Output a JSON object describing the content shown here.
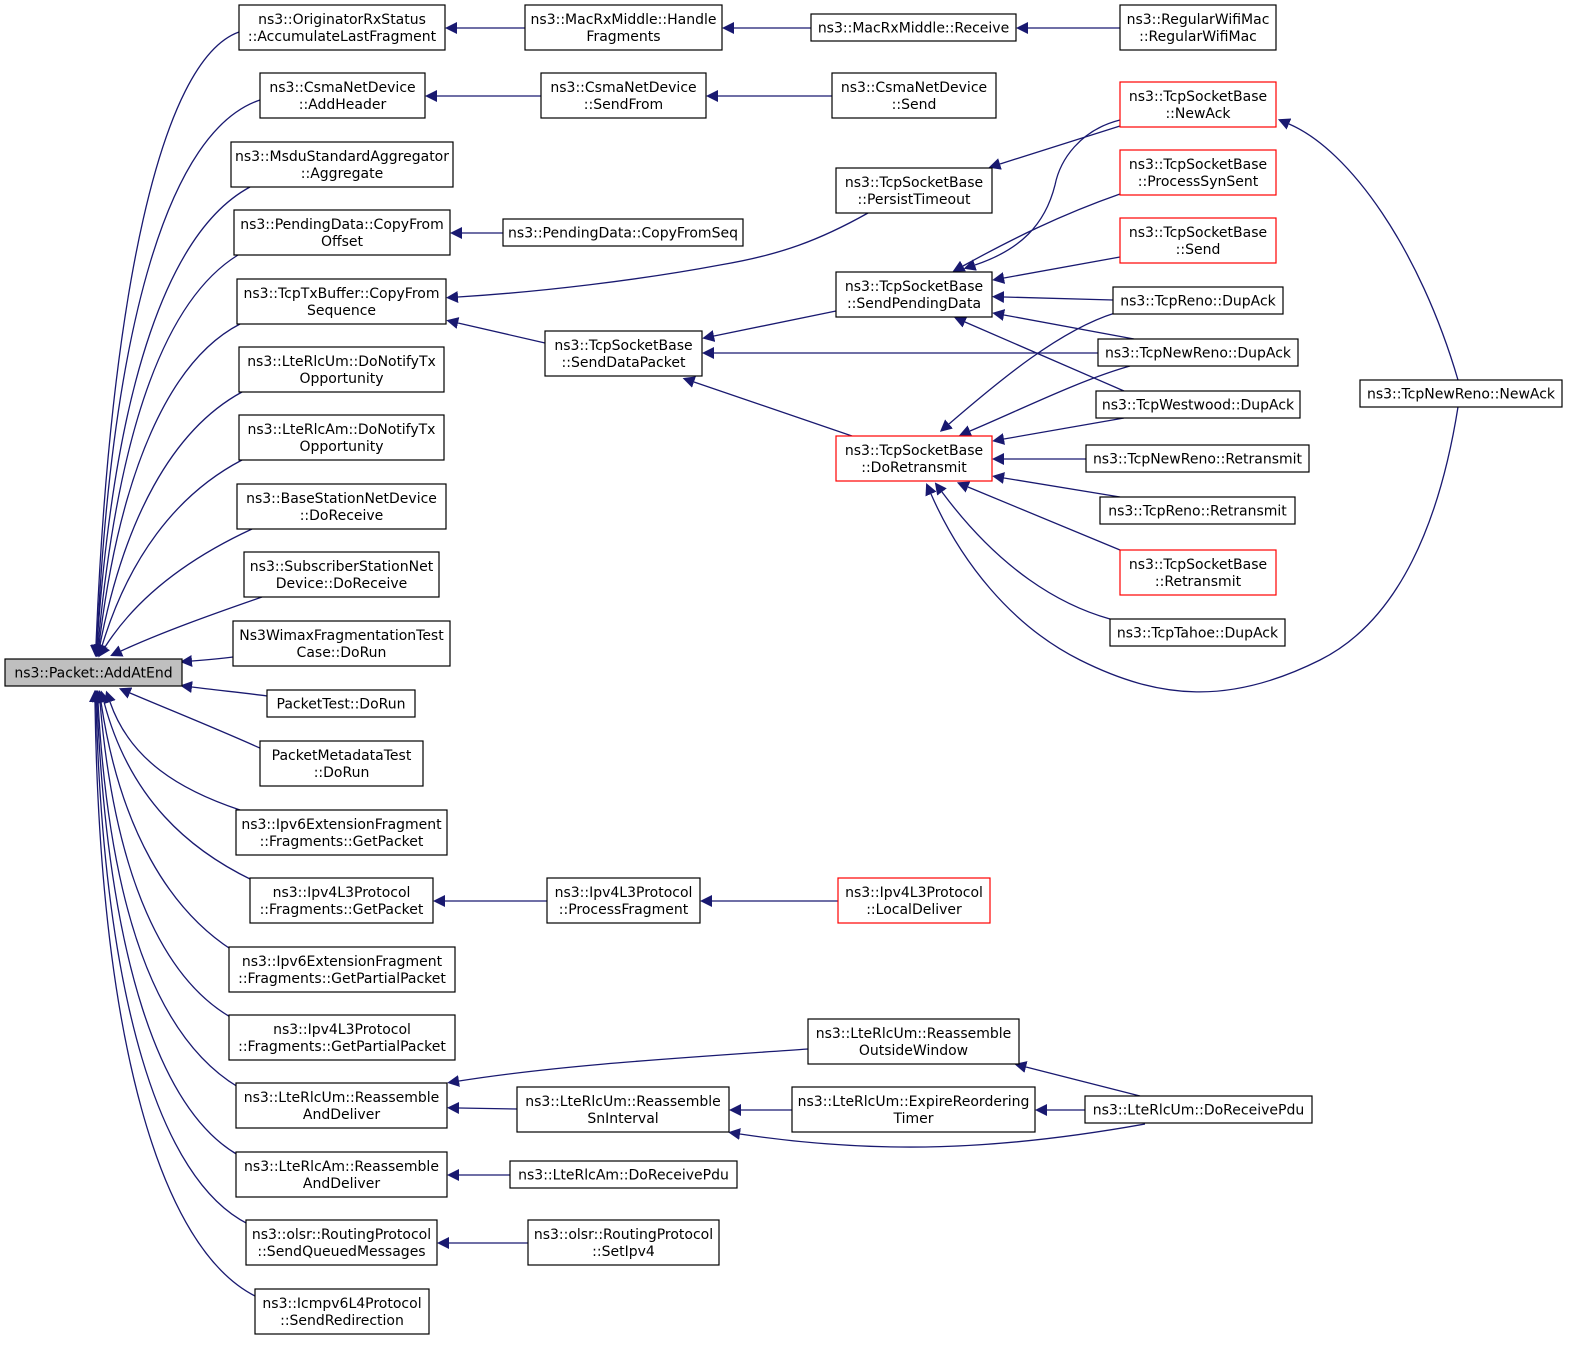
{
  "colors": {
    "edge": "#191970",
    "node_border": "#000000",
    "node_border_highlight": "#ff0000",
    "root_fill": "#bfbfbf"
  },
  "diagram": {
    "type": "doxygen caller graph",
    "nodes": [
      {
        "id": "root",
        "lines": [
          "ns3::Packet::AddAtEnd"
        ],
        "style": "root"
      },
      {
        "id": "orig",
        "lines": [
          "ns3::OriginatorRxStatus",
          "::AccumulateLastFragment"
        ]
      },
      {
        "id": "csma_add",
        "lines": [
          "ns3::CsmaNetDevice",
          "::AddHeader"
        ]
      },
      {
        "id": "msdu",
        "lines": [
          "ns3::MsduStandardAggregator",
          "::Aggregate"
        ]
      },
      {
        "id": "pend_off",
        "lines": [
          "ns3::PendingData::CopyFrom",
          "Offset"
        ]
      },
      {
        "id": "txbuf",
        "lines": [
          "ns3::TcpTxBuffer::CopyFrom",
          "Sequence"
        ]
      },
      {
        "id": "rlcum_notify",
        "lines": [
          "ns3::LteRlcUm::DoNotifyTx",
          "Opportunity"
        ]
      },
      {
        "id": "rlcam_notify",
        "lines": [
          "ns3::LteRlcAm::DoNotifyTx",
          "Opportunity"
        ]
      },
      {
        "id": "bs_recv",
        "lines": [
          "ns3::BaseStationNetDevice",
          "::DoReceive"
        ]
      },
      {
        "id": "ss_recv",
        "lines": [
          "ns3::SubscriberStationNet",
          "Device::DoReceive"
        ]
      },
      {
        "id": "wimax_test",
        "lines": [
          "Ns3WimaxFragmentationTest",
          "Case::DoRun"
        ]
      },
      {
        "id": "pkt_test",
        "lines": [
          "PacketTest::DoRun"
        ]
      },
      {
        "id": "meta_test",
        "lines": [
          "PacketMetadataTest",
          "::DoRun"
        ]
      },
      {
        "id": "ipv6_get",
        "lines": [
          "ns3::Ipv6ExtensionFragment",
          "::Fragments::GetPacket"
        ]
      },
      {
        "id": "ipv4_get",
        "lines": [
          "ns3::Ipv4L3Protocol",
          "::Fragments::GetPacket"
        ]
      },
      {
        "id": "ipv6_partial",
        "lines": [
          "ns3::Ipv6ExtensionFragment",
          "::Fragments::GetPartialPacket"
        ]
      },
      {
        "id": "ipv4_partial",
        "lines": [
          "ns3::Ipv4L3Protocol",
          "::Fragments::GetPartialPacket"
        ]
      },
      {
        "id": "rlcum_reasm",
        "lines": [
          "ns3::LteRlcUm::Reassemble",
          "AndDeliver"
        ]
      },
      {
        "id": "rlcam_reasm",
        "lines": [
          "ns3::LteRlcAm::Reassemble",
          "AndDeliver"
        ]
      },
      {
        "id": "olsr_send",
        "lines": [
          "ns3::olsr::RoutingProtocol",
          "::SendQueuedMessages"
        ]
      },
      {
        "id": "icmp_redir",
        "lines": [
          "ns3::Icmpv6L4Protocol",
          "::SendRedirection"
        ]
      },
      {
        "id": "mac_handle",
        "lines": [
          "ns3::MacRxMiddle::Handle",
          "Fragments"
        ]
      },
      {
        "id": "csma_sendfrom",
        "lines": [
          "ns3::CsmaNetDevice",
          "::SendFrom"
        ]
      },
      {
        "id": "pend_seq",
        "lines": [
          "ns3::PendingData::CopyFromSeq"
        ]
      },
      {
        "id": "tcp_senddata",
        "lines": [
          "ns3::TcpSocketBase",
          "::SendDataPacket"
        ]
      },
      {
        "id": "ipv4_procfrag",
        "lines": [
          "ns3::Ipv4L3Protocol",
          "::ProcessFragment"
        ]
      },
      {
        "id": "rlcum_sninterval",
        "lines": [
          "ns3::LteRlcUm::Reassemble",
          "SnInterval"
        ]
      },
      {
        "id": "rlcam_dorecv",
        "lines": [
          "ns3::LteRlcAm::DoReceivePdu"
        ]
      },
      {
        "id": "olsr_setipv4",
        "lines": [
          "ns3::olsr::RoutingProtocol",
          "::SetIpv4"
        ]
      },
      {
        "id": "mac_recv",
        "lines": [
          "ns3::MacRxMiddle::Receive"
        ]
      },
      {
        "id": "csma_send",
        "lines": [
          "ns3::CsmaNetDevice",
          "::Send"
        ]
      },
      {
        "id": "tcp_persist",
        "lines": [
          "ns3::TcpSocketBase",
          "::PersistTimeout"
        ]
      },
      {
        "id": "tcp_sendpending",
        "lines": [
          "ns3::TcpSocketBase",
          "::SendPendingData"
        ]
      },
      {
        "id": "tcp_doretx",
        "lines": [
          "ns3::TcpSocketBase",
          "::DoRetransmit"
        ],
        "style": "red"
      },
      {
        "id": "ipv4_localdeliver",
        "lines": [
          "ns3::Ipv4L3Protocol",
          "::LocalDeliver"
        ],
        "style": "red"
      },
      {
        "id": "rlcum_outside",
        "lines": [
          "ns3::LteRlcUm::Reassemble",
          "OutsideWindow"
        ]
      },
      {
        "id": "rlcum_expire",
        "lines": [
          "ns3::LteRlcUm::ExpireReordering",
          "Timer"
        ]
      },
      {
        "id": "wifi_mac",
        "lines": [
          "ns3::RegularWifiMac",
          "::RegularWifiMac"
        ]
      },
      {
        "id": "tcp_newack",
        "lines": [
          "ns3::TcpSocketBase",
          "::NewAck"
        ],
        "style": "red"
      },
      {
        "id": "tcp_procsyn",
        "lines": [
          "ns3::TcpSocketBase",
          "::ProcessSynSent"
        ],
        "style": "red"
      },
      {
        "id": "tcp_send",
        "lines": [
          "ns3::TcpSocketBase",
          "::Send"
        ],
        "style": "red"
      },
      {
        "id": "reno_dupack",
        "lines": [
          "ns3::TcpReno::DupAck"
        ]
      },
      {
        "id": "newreno_dupack",
        "lines": [
          "ns3::TcpNewReno::DupAck"
        ]
      },
      {
        "id": "westwood_dupack",
        "lines": [
          "ns3::TcpWestwood::DupAck"
        ]
      },
      {
        "id": "newreno_retx",
        "lines": [
          "ns3::TcpNewReno::Retransmit"
        ]
      },
      {
        "id": "reno_retx",
        "lines": [
          "ns3::TcpReno::Retransmit"
        ]
      },
      {
        "id": "tcp_retx",
        "lines": [
          "ns3::TcpSocketBase",
          "::Retransmit"
        ],
        "style": "red"
      },
      {
        "id": "tahoe_dupack",
        "lines": [
          "ns3::TcpTahoe::DupAck"
        ]
      },
      {
        "id": "rlcum_dorecv",
        "lines": [
          "ns3::LteRlcUm::DoReceivePdu"
        ]
      },
      {
        "id": "newreno_newack",
        "lines": [
          "ns3::TcpNewReno::NewAck"
        ]
      }
    ],
    "edges": [
      {
        "from": "orig",
        "to": "root"
      },
      {
        "from": "csma_add",
        "to": "root"
      },
      {
        "from": "msdu",
        "to": "root"
      },
      {
        "from": "pend_off",
        "to": "root"
      },
      {
        "from": "txbuf",
        "to": "root"
      },
      {
        "from": "rlcum_notify",
        "to": "root"
      },
      {
        "from": "rlcam_notify",
        "to": "root"
      },
      {
        "from": "bs_recv",
        "to": "root"
      },
      {
        "from": "ss_recv",
        "to": "root"
      },
      {
        "from": "wimax_test",
        "to": "root"
      },
      {
        "from": "pkt_test",
        "to": "root"
      },
      {
        "from": "meta_test",
        "to": "root"
      },
      {
        "from": "ipv6_get",
        "to": "root"
      },
      {
        "from": "ipv4_get",
        "to": "root"
      },
      {
        "from": "ipv6_partial",
        "to": "root"
      },
      {
        "from": "ipv4_partial",
        "to": "root"
      },
      {
        "from": "rlcum_reasm",
        "to": "root"
      },
      {
        "from": "rlcam_reasm",
        "to": "root"
      },
      {
        "from": "olsr_send",
        "to": "root"
      },
      {
        "from": "icmp_redir",
        "to": "root"
      },
      {
        "from": "mac_handle",
        "to": "orig"
      },
      {
        "from": "mac_recv",
        "to": "mac_handle"
      },
      {
        "from": "wifi_mac",
        "to": "mac_recv"
      },
      {
        "from": "csma_sendfrom",
        "to": "csma_add"
      },
      {
        "from": "csma_send",
        "to": "csma_sendfrom"
      },
      {
        "from": "pend_seq",
        "to": "pend_off"
      },
      {
        "from": "tcp_persist",
        "to": "txbuf"
      },
      {
        "from": "tcp_senddata",
        "to": "txbuf"
      },
      {
        "from": "tcp_newack",
        "to": "tcp_persist"
      },
      {
        "from": "tcp_sendpending",
        "to": "tcp_senddata"
      },
      {
        "from": "newreno_dupack",
        "to": "tcp_senddata"
      },
      {
        "from": "tcp_doretx",
        "to": "tcp_senddata"
      },
      {
        "from": "tcp_newack",
        "to": "tcp_sendpending"
      },
      {
        "from": "tcp_procsyn",
        "to": "tcp_sendpending"
      },
      {
        "from": "tcp_send",
        "to": "tcp_sendpending"
      },
      {
        "from": "reno_dupack",
        "to": "tcp_sendpending"
      },
      {
        "from": "newreno_dupack",
        "to": "tcp_sendpending"
      },
      {
        "from": "westwood_dupack",
        "to": "tcp_sendpending"
      },
      {
        "from": "reno_dupack",
        "to": "tcp_doretx"
      },
      {
        "from": "newreno_dupack",
        "to": "tcp_doretx"
      },
      {
        "from": "westwood_dupack",
        "to": "tcp_doretx"
      },
      {
        "from": "newreno_retx",
        "to": "tcp_doretx"
      },
      {
        "from": "reno_retx",
        "to": "tcp_doretx"
      },
      {
        "from": "tcp_retx",
        "to": "tcp_doretx"
      },
      {
        "from": "tahoe_dupack",
        "to": "tcp_doretx"
      },
      {
        "from": "newreno_newack",
        "to": "tcp_doretx"
      },
      {
        "from": "newreno_newack",
        "to": "tcp_newack"
      },
      {
        "from": "ipv4_procfrag",
        "to": "ipv4_get"
      },
      {
        "from": "ipv4_localdeliver",
        "to": "ipv4_procfrag"
      },
      {
        "from": "rlcum_outside",
        "to": "rlcum_reasm"
      },
      {
        "from": "rlcum_sninterval",
        "to": "rlcum_reasm"
      },
      {
        "from": "rlcum_expire",
        "to": "rlcum_sninterval"
      },
      {
        "from": "rlcum_dorecv",
        "to": "rlcum_sninterval"
      },
      {
        "from": "rlcum_dorecv",
        "to": "rlcum_outside"
      },
      {
        "from": "rlcum_dorecv",
        "to": "rlcum_expire"
      },
      {
        "from": "rlcam_dorecv",
        "to": "rlcam_reasm"
      },
      {
        "from": "olsr_setipv4",
        "to": "olsr_send"
      }
    ]
  }
}
